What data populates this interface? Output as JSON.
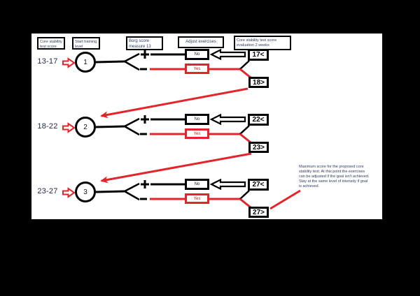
{
  "colors": {
    "red": "#e3242b",
    "black": "#000000",
    "page_bg": "#ffffff",
    "frame_bg": "#000000",
    "label_text": "#1b2545"
  },
  "headers": [
    {
      "line1": "Core stability",
      "line2": "test score"
    },
    {
      "line1": "Start training",
      "line2": "level"
    },
    {
      "line1": "Borg score",
      "line2": "measure 13"
    },
    {
      "line1": "Adjust exercises",
      "line2": ""
    },
    {
      "line1": "Core stability test score",
      "line2": "evaluation 2 weeks"
    }
  ],
  "branch": {
    "plus": "+",
    "minus": "−"
  },
  "rows": [
    {
      "range": "13-17",
      "level": "1",
      "no_label": "No",
      "yes_label": "Yes",
      "upper_score": "17<",
      "lower_score": "18>"
    },
    {
      "range": "18-22",
      "level": "2",
      "no_label": "No",
      "yes_label": "Yes",
      "upper_score": "22<",
      "lower_score": "23>"
    },
    {
      "range": "23-27",
      "level": "3",
      "no_label": "No",
      "yes_label": "Yes",
      "upper_score": "27<",
      "lower_score": "27>"
    }
  ],
  "annotation": {
    "text": "Maximum score for the proposed core stability test. At this point the exercises can be adjusted if the goal isn't achieved. Stay at the same level of intensity if goal is achieved."
  }
}
